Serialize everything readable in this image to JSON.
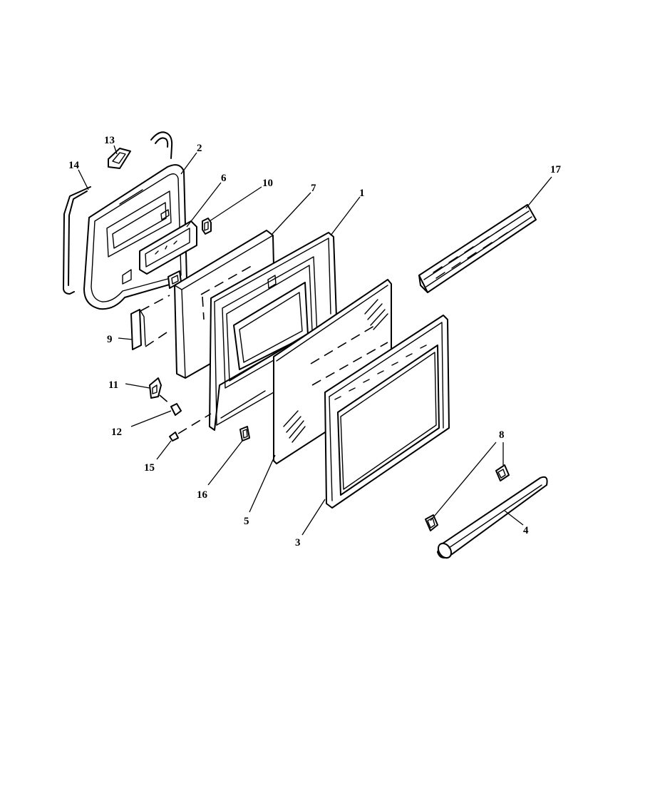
{
  "diagram": {
    "callouts": [
      {
        "id": "c1",
        "text": "1"
      },
      {
        "id": "c2",
        "text": "2"
      },
      {
        "id": "c3",
        "text": "3"
      },
      {
        "id": "c4",
        "text": "4"
      },
      {
        "id": "c5",
        "text": "5"
      },
      {
        "id": "c6",
        "text": "6"
      },
      {
        "id": "c7",
        "text": "7"
      },
      {
        "id": "c8",
        "text": "8"
      },
      {
        "id": "c9",
        "text": "9"
      },
      {
        "id": "c10",
        "text": "10"
      },
      {
        "id": "c11",
        "text": "11"
      },
      {
        "id": "c12",
        "text": "12"
      },
      {
        "id": "c13",
        "text": "13"
      },
      {
        "id": "c14",
        "text": "14"
      },
      {
        "id": "c15",
        "text": "15"
      },
      {
        "id": "c16",
        "text": "16"
      },
      {
        "id": "c17",
        "text": "17"
      }
    ],
    "colors": {
      "line": "#000000",
      "background": "#ffffff"
    }
  }
}
